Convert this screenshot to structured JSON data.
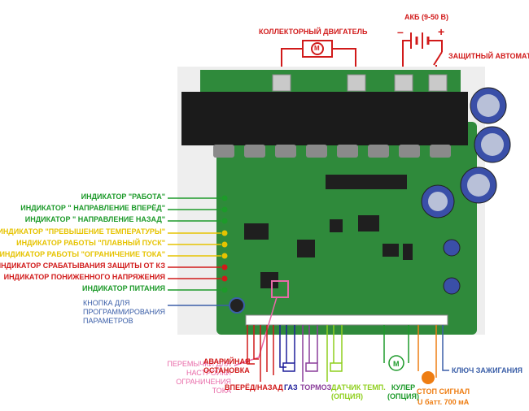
{
  "colors": {
    "green": "#1d9a2a",
    "yellow": "#e6c300",
    "red": "#d11a1a",
    "blue": "#3b5fa8",
    "pink": "#e86aa8",
    "purple": "#8a3d9a",
    "lime": "#8fcf1e",
    "orange": "#ee7d12",
    "board": "#2f8a3b",
    "heatsink": "#1b1b1b"
  },
  "top": {
    "motor_label": "КОЛЛЕКТОРНЫЙ ДВИГАТЕЛЬ",
    "motor_symbol": "M",
    "battery_label": "АКБ (9-50 В)",
    "breaker_label": "ЗАЩИТНЫЙ АВТОМАТ"
  },
  "left_labels": [
    {
      "text": "ИНДИКАТОР \"РАБОТА\"",
      "color": "green"
    },
    {
      "text": "ИНДИКАТОР \" НАПРАВЛЕНИЕ ВПЕРЁД\"",
      "color": "green"
    },
    {
      "text": "ИНДИКАТОР \" НАПРАВЛЕНИЕ НАЗАД\"",
      "color": "green"
    },
    {
      "text": "ИНДИКАТОР \"ПРЕВЫШЕНИЕ ТЕМПЕРАТУРЫ\"",
      "color": "yellow"
    },
    {
      "text": "ИНДИКАТОР РАБОТЫ \"ПЛАВНЫЙ ПУСК\"",
      "color": "yellow"
    },
    {
      "text": "ИНДИКАТОР РАБОТЫ \"ОГРАНИЧЕНИЕ ТОКА\"",
      "color": "yellow"
    },
    {
      "text": "ИНДИКАТОР СРАБАТЫВАНИЯ ЗАЩИТЫ ОТ КЗ",
      "color": "red"
    },
    {
      "text": "ИНДИКАТОР ПОНИЖЕННОГО НАПРЯЖЕНИЯ",
      "color": "red"
    },
    {
      "text": "ИНДИКАТОР ПИТАНИЯ",
      "color": "green"
    }
  ],
  "button_label": "КНОПКА ДЛЯ\nПРОГРАММИРОВАНИЯ\nПАРАМЕТРОВ",
  "bottom": {
    "jumpers": "ПЕРЕМЫЧКИ ДЛЯ\nНАСТРОЙКИ\nОГРАНИЧЕНИЯ\nТОКА",
    "emergency": "АВАРИЙНАЯ\nОСТАНОВКА",
    "fwd_rev": "ВПЕРЁД/НАЗАД",
    "gas": "ГАЗ",
    "brake": "ТОРМОЗ",
    "temp_sensor": "ДАТЧИК ТЕМП.\n(ОПЦИЯ)",
    "cooler": "КУЛЕР\n(ОПЦИЯ)",
    "stop_signal": "СТОП СИГНАЛ",
    "stop_signal_sub": "U батт. 700 мА",
    "ignition": "КЛЮЧ ЗАЖИГАНИЯ"
  }
}
